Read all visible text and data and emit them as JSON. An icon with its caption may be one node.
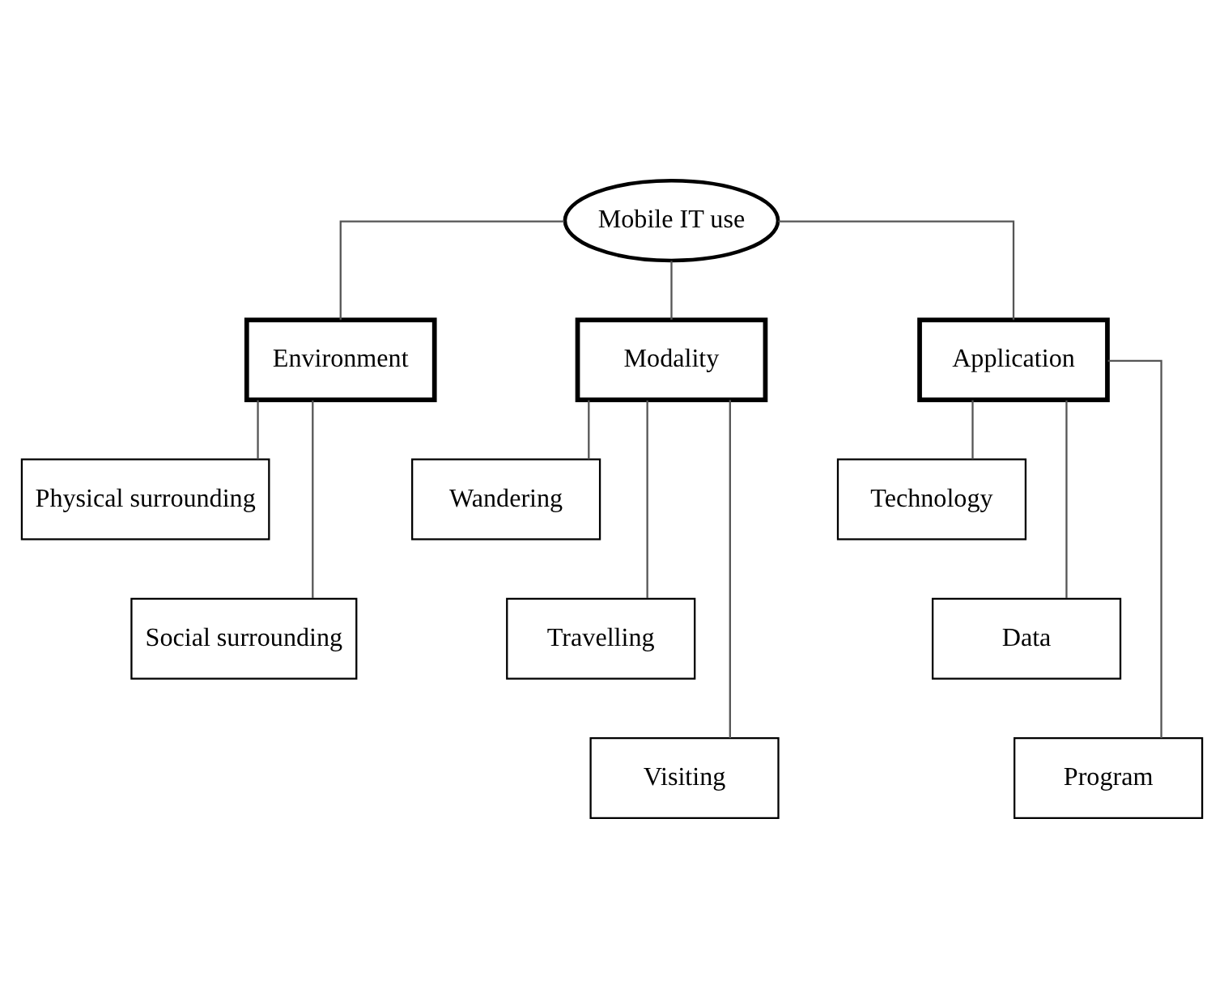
{
  "diagram": {
    "nodes": [
      {
        "text": [
          "Mobile IT use"
        ]
      },
      {
        "text": [
          "Environment"
        ]
      },
      {
        "text": [
          "Modality"
        ]
      },
      {
        "text": [
          "Application"
        ]
      },
      {
        "text": [
          "Physical surrounding"
        ]
      },
      {
        "text": [
          "Social surrounding"
        ]
      },
      {
        "text": [
          "Wandering"
        ]
      },
      {
        "text": [
          "Travelling"
        ]
      },
      {
        "text": [
          "Visiting"
        ]
      },
      {
        "text": [
          "Technology"
        ]
      },
      {
        "text": [
          "Data"
        ]
      },
      {
        "text": [
          "Program"
        ]
      }
    ],
    "edges": [
      {
        "from": 0,
        "to": 1,
        "arrow": "none"
      },
      {
        "from": 0,
        "to": 2,
        "arrow": "none"
      },
      {
        "from": 0,
        "to": 3,
        "arrow": "none"
      },
      {
        "from": 1,
        "to": 4,
        "arrow": "none"
      },
      {
        "from": 1,
        "to": 5,
        "arrow": "none"
      },
      {
        "from": 2,
        "to": 6,
        "arrow": "none"
      },
      {
        "from": 2,
        "to": 7,
        "arrow": "none"
      },
      {
        "from": 2,
        "to": 8,
        "arrow": "none"
      },
      {
        "from": 3,
        "to": 9,
        "arrow": "none"
      },
      {
        "from": 3,
        "to": 10,
        "arrow": "none"
      },
      {
        "from": 3,
        "to": 11,
        "arrow": "none"
      }
    ]
  }
}
